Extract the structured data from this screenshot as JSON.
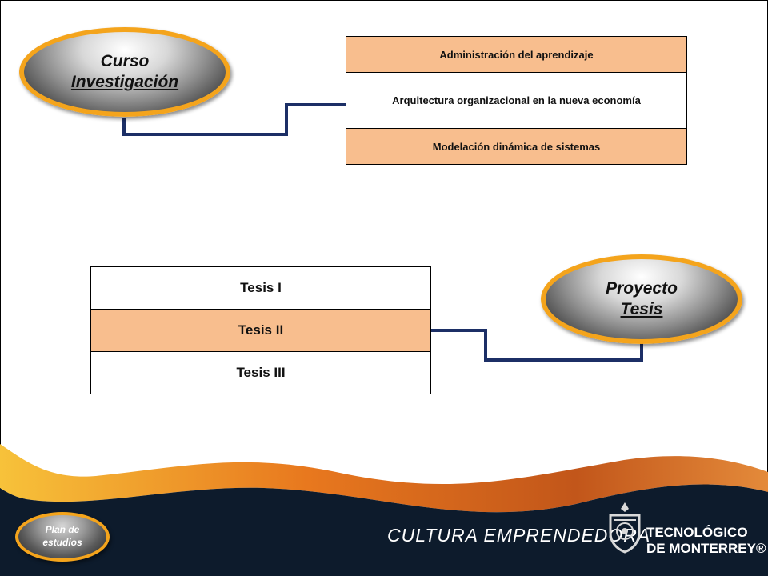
{
  "ovals": {
    "curso": {
      "line1": "Curso",
      "line2": "Investigación"
    },
    "proyecto": {
      "line1": "Proyecto",
      "line2": "Tesis"
    },
    "plan": {
      "line1": "Plan de",
      "line2": "estudios"
    }
  },
  "courses": [
    {
      "label": "Administración del aprendizaje",
      "highlight": true
    },
    {
      "label": "Arquitectura organizacional en la nueva economía",
      "highlight": false
    },
    {
      "label": "Modelación dinámica de sistemas",
      "highlight": true
    }
  ],
  "tesis": [
    {
      "label": "Tesis I",
      "highlight": false
    },
    {
      "label": "Tesis II",
      "highlight": true
    },
    {
      "label": "Tesis III",
      "highlight": false
    }
  ],
  "footer": {
    "culture": "CULTURA EMPRENDEDORA",
    "brand_line1": "TECNOLÓGICO",
    "brand_line2": "DE MONTERREY®"
  },
  "colors": {
    "highlight_row": "#f8be8e",
    "oval_border": "#f4a41c",
    "connector": "#1c2f66",
    "footer_bg": "#0d1b2c"
  }
}
